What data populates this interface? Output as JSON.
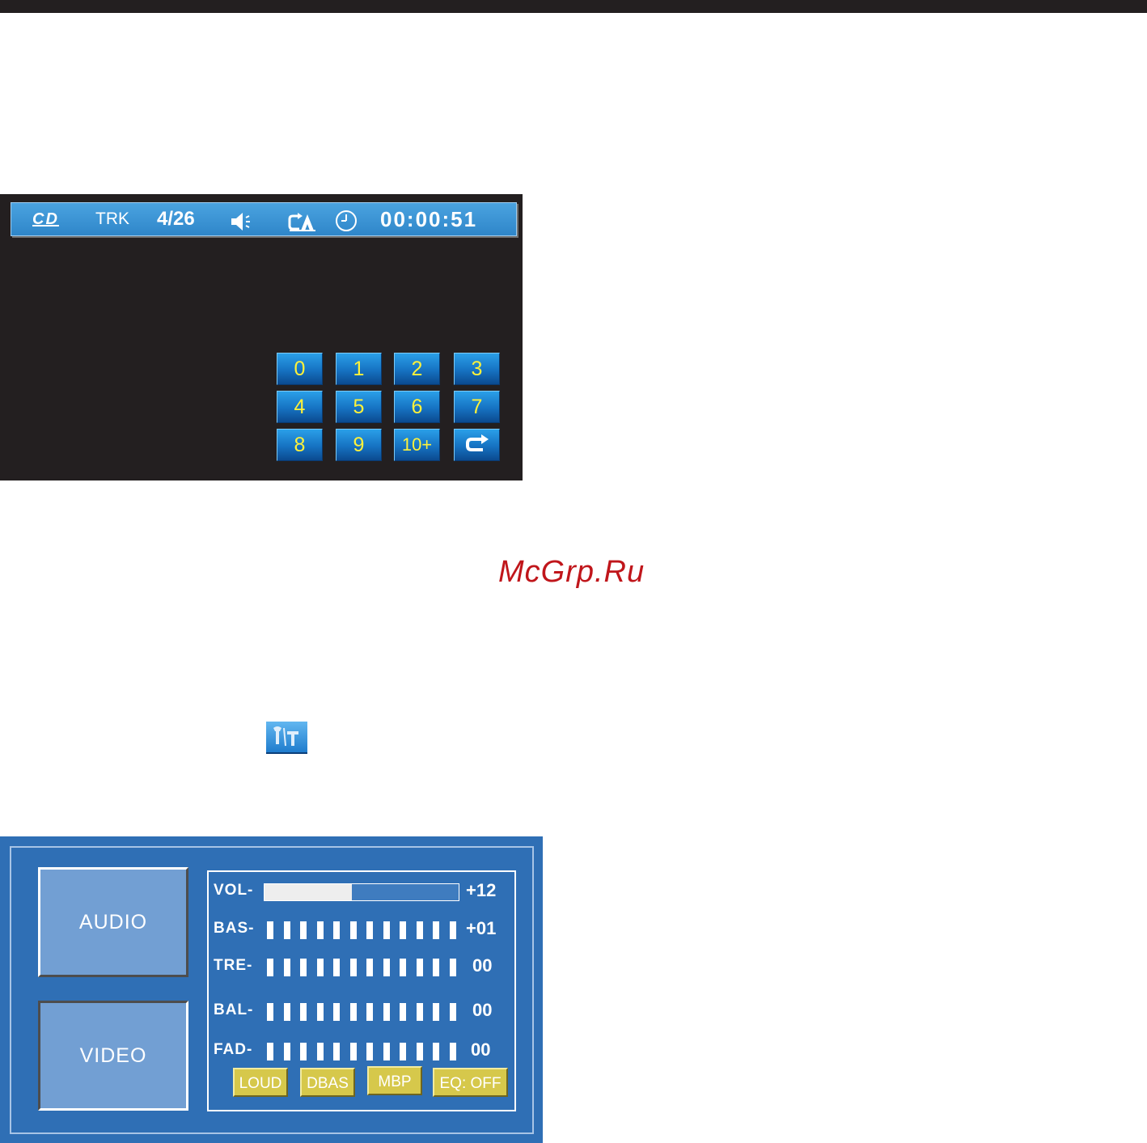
{
  "cd_screen": {
    "source_label": "CD",
    "trk_label": "TRK",
    "track": "4/26",
    "time": "00:00:51",
    "icons": {
      "volume": "speaker-icon",
      "repeat": "repeat-all-icon",
      "clock": "clock-icon"
    },
    "keypad": [
      {
        "label": "0"
      },
      {
        "label": "1"
      },
      {
        "label": "2"
      },
      {
        "label": "3"
      },
      {
        "label": "4"
      },
      {
        "label": "5"
      },
      {
        "label": "6"
      },
      {
        "label": "7"
      },
      {
        "label": "8"
      },
      {
        "label": "9"
      },
      {
        "label": "10+"
      },
      {
        "label": "",
        "icon": "return-arrow-icon"
      }
    ]
  },
  "watermark": "McGrp.Ru",
  "settings_icon": "tools-settings-icon",
  "audio_panel": {
    "audio_button": "AUDIO",
    "video_button": "VIDEO",
    "rows": [
      {
        "label": "VOL-",
        "value": "+12",
        "type": "bar",
        "level": 0.45
      },
      {
        "label": "BAS-",
        "value": "+01",
        "type": "segments"
      },
      {
        "label": "TRE-",
        "value": "00",
        "type": "segments"
      },
      {
        "label": "BAL-",
        "value": "00",
        "type": "segments"
      },
      {
        "label": "FAD-",
        "value": "00",
        "type": "segments"
      }
    ],
    "flags": [
      "LOUD",
      "DBAS",
      "MBP",
      "EQ: OFF"
    ]
  },
  "colors": {
    "screen_bg": "#231f20",
    "status_bar": "#3993d6",
    "key_text": "#fff23a",
    "panel_bg": "#2f6fb5",
    "button_bg": "#729fd3",
    "flag_bg": "#d6c84b",
    "watermark": "#c0161b"
  }
}
